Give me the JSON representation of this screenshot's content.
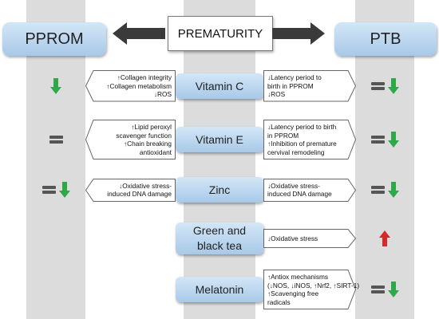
{
  "header": {
    "left_label": "PPROM",
    "center_label": "PREMATURITY",
    "right_label": "PTB"
  },
  "rows": [
    {
      "name": "Vitamin C",
      "left_lines": [
        "↑Collagen integrity",
        "↑Collagen metabolism",
        "↓ROS"
      ],
      "right_lines": [
        "↓Latency period to",
        "birth in PPROM",
        "↓ROS"
      ],
      "pprom_effect": [
        "decrease"
      ],
      "ptb_effect": [
        "no-change",
        "decrease"
      ]
    },
    {
      "name": "Vitamin E",
      "left_lines": [
        "↑Lipid peroxyl",
        "scavenger function",
        "↑Chain breaking",
        "antioxidant"
      ],
      "right_lines": [
        "↓Latency period to birth",
        "in PPROM",
        "↑Inhibition of premature",
        "cervival remodeling"
      ],
      "pprom_effect": [
        "no-change"
      ],
      "ptb_effect": [
        "no-change",
        "decrease"
      ]
    },
    {
      "name": "Zinc",
      "left_lines": [
        "↓Oxidative stress-",
        "induced DNA damage"
      ],
      "right_lines": [
        "↓Oxidative stress-",
        "induced DNA damage"
      ],
      "pprom_effect": [
        "no-change",
        "decrease"
      ],
      "ptb_effect": [
        "no-change",
        "decrease"
      ]
    },
    {
      "name": "Green and black tea",
      "name_lines": [
        "Green and",
        "black tea"
      ],
      "left_lines": [],
      "right_lines": [
        "↓Oxidative stress"
      ],
      "pprom_effect": [],
      "ptb_effect": [
        "increase"
      ]
    },
    {
      "name": "Melatonin",
      "left_lines": [],
      "right_lines": [
        "↑Antiox mechanisms",
        "(↓NOS, ↓iNOS, ↑Nrf2, ↑SIRT-1)",
        "↑Scavenging free",
        "radicals"
      ],
      "pprom_effect": [],
      "ptb_effect": [
        "no-change",
        "decrease"
      ]
    }
  ],
  "colors": {
    "decrease_arrow": "#2fa84a",
    "increase_arrow": "#d42a2a",
    "no_change": "#555555",
    "column_bg": "#dcdcdc",
    "header_box": "#b9d5ee"
  }
}
